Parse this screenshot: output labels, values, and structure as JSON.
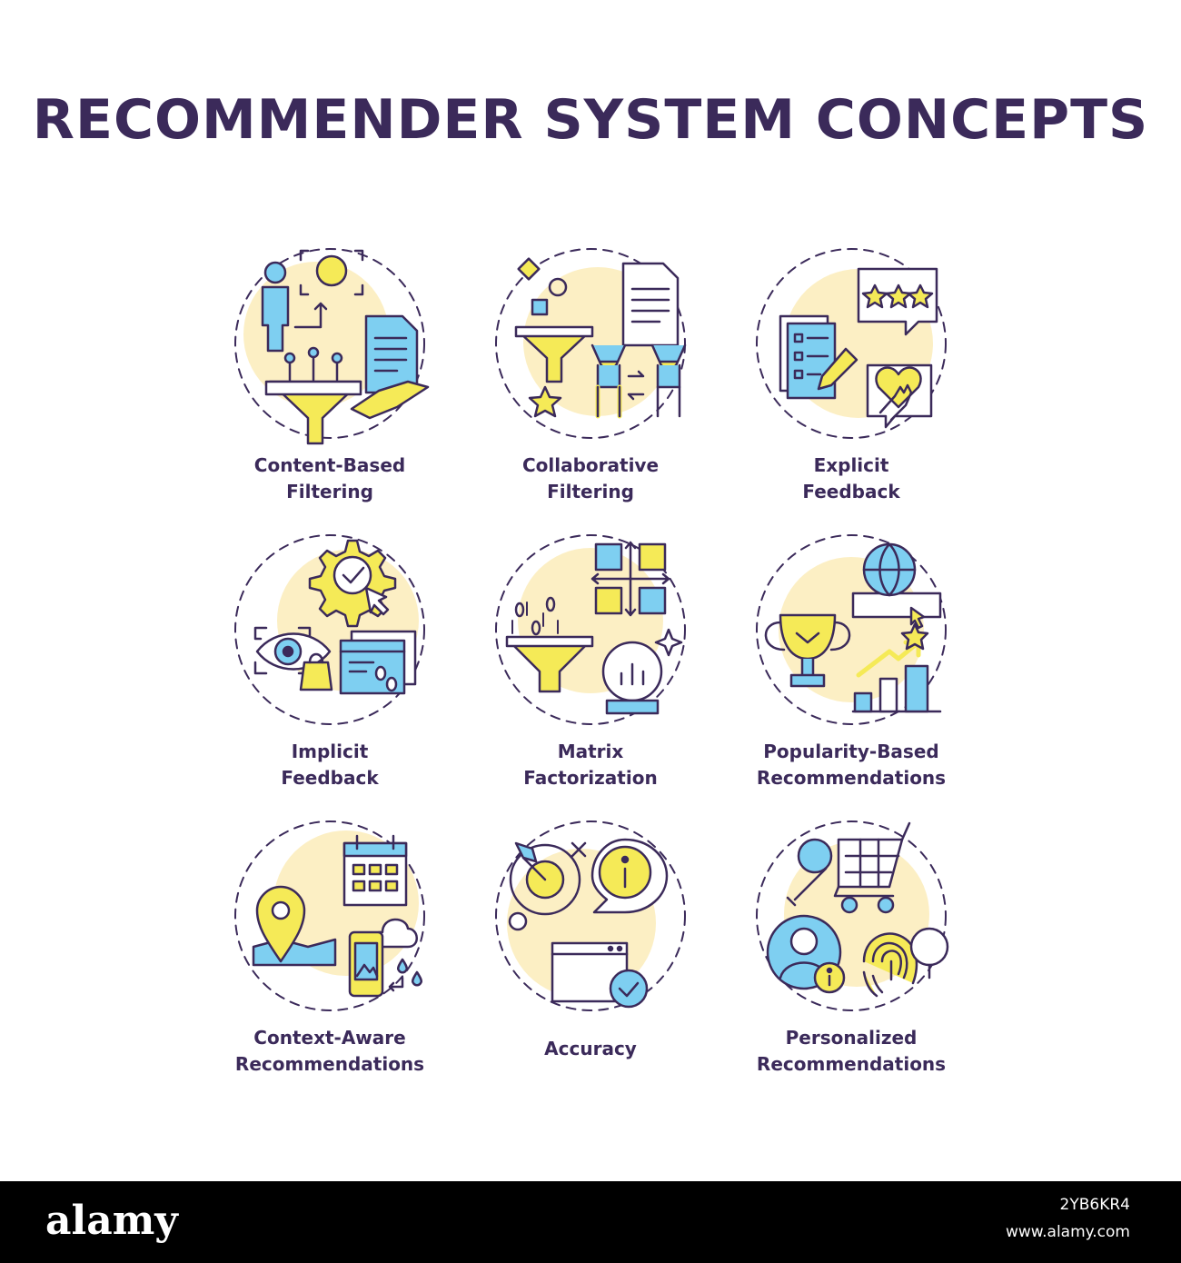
{
  "title": "RECOMMENDER SYSTEM CONCEPTS",
  "colors": {
    "outline": "#3b2a5a",
    "yellow": "#f5ea57",
    "blue": "#7ecff1",
    "cream": "#fcefc4",
    "background": "#ffffff"
  },
  "items": [
    {
      "line1": "Content-Based",
      "line2": "Filtering",
      "icon": "content-filter-icon"
    },
    {
      "line1": "Collaborative",
      "line2": "Filtering",
      "icon": "collaborative-icon"
    },
    {
      "line1": "Explicit",
      "line2": "Feedback",
      "icon": "rating-icon"
    },
    {
      "line1": "Implicit",
      "line2": "Feedback",
      "icon": "eye-tracking-icon"
    },
    {
      "line1": "Matrix",
      "line2": "Factorization",
      "icon": "matrix-icon"
    },
    {
      "line1": "Popularity-Based",
      "line2": "Recommendations",
      "icon": "trophy-icon"
    },
    {
      "line1": "Context-Aware",
      "line2": "Recommendations",
      "icon": "location-icon"
    },
    {
      "line1": "Accuracy",
      "line2": "",
      "icon": "target-icon"
    },
    {
      "line1": "Personalized",
      "line2": "Recommendations",
      "icon": "fingerprint-icon"
    }
  ],
  "footer": {
    "brand": "alamy",
    "image_id": "2YB6KR4",
    "site": "www.alamy.com"
  }
}
